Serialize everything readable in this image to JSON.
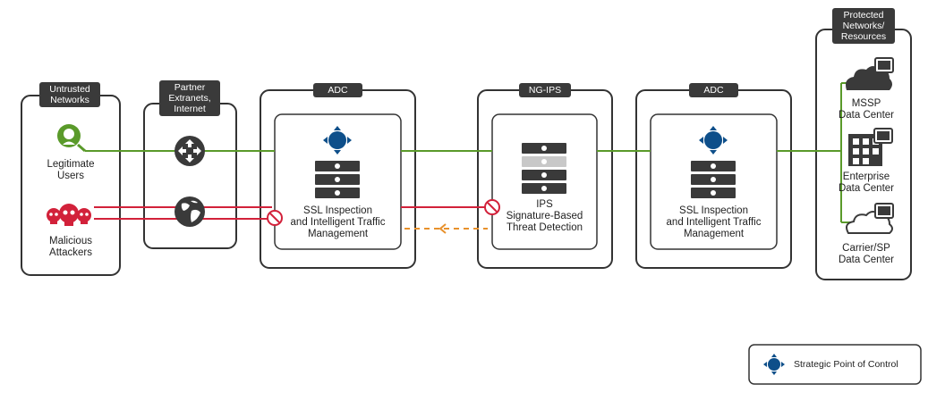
{
  "zones": {
    "untrusted": {
      "title": "Untrusted\nNetworks"
    },
    "partner": {
      "title": "Partner\nExtranets,\nInternet"
    },
    "adc_left": {
      "title": "ADC",
      "caption": "SSL Inspection\nand Intelligent Traffic\nManagement"
    },
    "ngips": {
      "title": "NG-IPS",
      "caption": "IPS\nSignature-Based\nThreat Detection"
    },
    "adc_right": {
      "title": "ADC",
      "caption": "SSL Inspection\nand Intelligent Traffic\nManagement"
    },
    "protected": {
      "title": "Protected\nNetworks/\nResources"
    }
  },
  "users": {
    "legitimate": "Legitimate\nUsers",
    "malicious": "Malicious\nAttackers"
  },
  "resources": [
    {
      "label": "MSSP\nData Center",
      "icon": "cloud-icon"
    },
    {
      "label": "Enterprise\nData Center",
      "icon": "building-icon"
    },
    {
      "label": "Carrier/SP\nData Center",
      "icon": "cloud-outline-icon"
    }
  ],
  "legend": {
    "label": "Strategic Point of Control",
    "icon": "control-point-icon"
  },
  "colors": {
    "legit_line": "#5a9a2a",
    "attack_line": "#d2213a",
    "feedback_line": "#e8912c",
    "control_point": "#0e4f8a",
    "dark": "#3a3a3a"
  }
}
